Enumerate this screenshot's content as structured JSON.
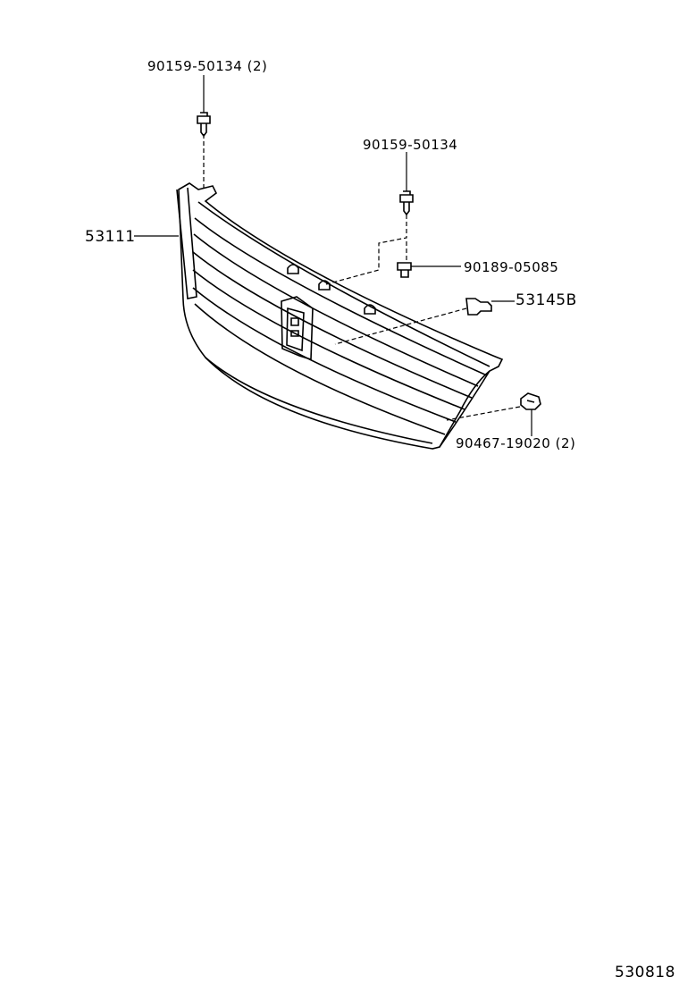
{
  "labels": {
    "bolt_top_left": "90159-50134 (2)",
    "bolt_top_right": "90159-50134",
    "grille": "53111",
    "nut": "90189-05085",
    "bracket": "53145B",
    "clip": "90467-19020 (2)",
    "diagram_number": "530818"
  },
  "colors": {
    "line": "#000000",
    "background": "#ffffff"
  }
}
